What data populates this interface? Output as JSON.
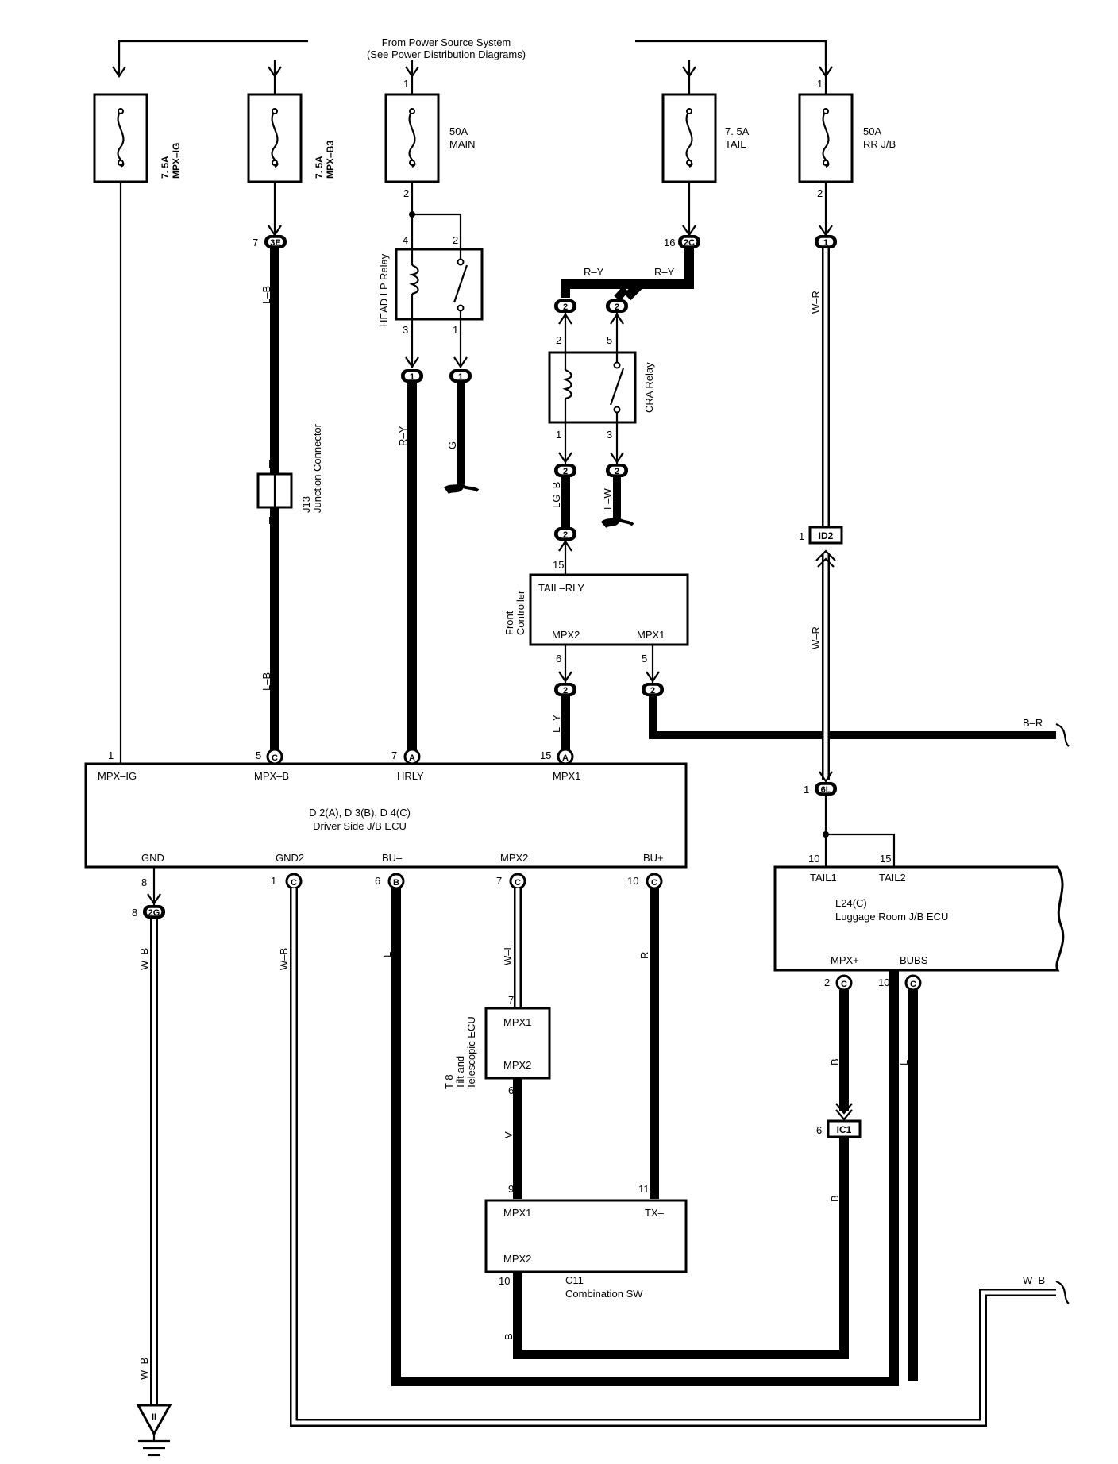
{
  "source": {
    "line1": "From Power Source System",
    "line2": "(See Power Distribution Diagrams)"
  },
  "fuses": [
    {
      "amp": "7. 5A",
      "name": "MPX–IG"
    },
    {
      "amp": "7. 5A",
      "name": "MPX–B3"
    },
    {
      "amp": "50A",
      "name": "MAIN",
      "pin_in": "1",
      "pin_out": "2"
    },
    {
      "amp": "7. 5A",
      "name": "TAIL"
    },
    {
      "amp": "50A",
      "name": "RR J/B",
      "pin_in": "1",
      "pin_out": "2"
    }
  ],
  "relays": {
    "head_lp": {
      "name": "HEAD LP Relay",
      "pins": [
        "4",
        "2",
        "3",
        "1"
      ]
    },
    "cra": {
      "name": "CRA Relay",
      "pins": [
        "2",
        "5",
        "1",
        "3"
      ]
    }
  },
  "junction": {
    "id": "J13",
    "name": "Junction Connector",
    "pin": "B"
  },
  "connectors": {
    "c3E": {
      "id": "3E",
      "pin": "7"
    },
    "c2C": {
      "id": "2C",
      "pin": "16"
    },
    "c1top": {
      "id": "1"
    },
    "c1a": {
      "id": "1"
    },
    "c1b": {
      "id": "1"
    },
    "c2": "2",
    "ID2": {
      "id": "ID2",
      "pin": "1"
    },
    "c6L": {
      "id": "6L",
      "pin": "1"
    },
    "c2G": {
      "id": "2G",
      "pin": "8"
    },
    "IC1": {
      "id": "IC1",
      "pin": "6"
    }
  },
  "wires": {
    "LB": "L–B",
    "RY": "R–Y",
    "G": "G",
    "WR": "W–R",
    "LGB": "LG–B",
    "LW": "L–W",
    "LY": "L–Y",
    "BR": "B–R",
    "WB": "W–B",
    "L": "L",
    "WL": "W–L",
    "R": "R",
    "B": "B",
    "V": "V"
  },
  "front_controller": {
    "label_line1": "Front",
    "label_line2": "Controller",
    "tail_rly": "TAIL–RLY",
    "mpx2": "MPX2",
    "mpx1": "MPX1",
    "pin_in": "15",
    "pin_mpx2": "6",
    "pin_mpx1": "5"
  },
  "driver_ecu": {
    "line1": "D 2(A), D 3(B), D 4(C)",
    "line2": "Driver Side J/B ECU",
    "top_pins": [
      {
        "pin": "1",
        "term": "MPX–IG",
        "conn": ""
      },
      {
        "pin": "5",
        "term": "MPX–B",
        "conn": "C"
      },
      {
        "pin": "7",
        "term": "HRLY",
        "conn": "A"
      },
      {
        "pin": "15",
        "term": "MPX1",
        "conn": "A"
      }
    ],
    "bottom_pins": [
      {
        "pin": "8",
        "term": "GND",
        "conn": ""
      },
      {
        "pin": "1",
        "term": "GND2",
        "conn": "C"
      },
      {
        "pin": "6",
        "term": "BU–",
        "conn": "B"
      },
      {
        "pin": "7",
        "term": "MPX2",
        "conn": "C"
      },
      {
        "pin": "10",
        "term": "BU+",
        "conn": "C"
      }
    ]
  },
  "luggage_ecu": {
    "line1": "L24(C)",
    "line2": "Luggage Room J/B ECU",
    "tail1": "TAIL1",
    "tail2": "TAIL2",
    "pin_tail1": "10",
    "pin_tail2": "15",
    "mpx_plus": "MPX+",
    "bubs": "BUBS",
    "pin_mpx": "2",
    "pin_bubs": "10",
    "conn": "C"
  },
  "tilt_ecu": {
    "id": "T 8",
    "line1": "Tilt and",
    "line2": "Telescopic ECU",
    "mpx1": "MPX1",
    "mpx2": "MPX2",
    "pin_mpx1": "7",
    "pin_mpx2": "6"
  },
  "combo_sw": {
    "id": "C11",
    "name": "Combination SW",
    "mpx1": "MPX1",
    "tx": "TX–",
    "mpx2": "MPX2",
    "pin_mpx1": "9",
    "pin_tx": "11",
    "pin_mpx2": "10"
  },
  "ground": {
    "id": "II"
  }
}
